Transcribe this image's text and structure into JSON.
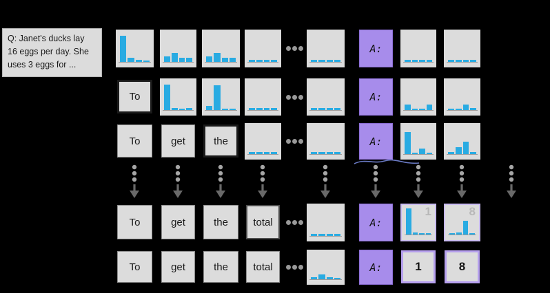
{
  "colors": {
    "background": "#000000",
    "box_fill": "#dcdcdc",
    "box_border": "#8c8c8c",
    "highlight_border": "#1a1a1a",
    "answer_fill": "#a78ceb",
    "answer_border": "#8d6fd6",
    "final_border": "#b6a0ee",
    "soft_purple_border": "#cabcf2",
    "bar": "#29abe2",
    "baseline": "#9c9c9c",
    "dots": "#999999",
    "vdots": "#a6a6a6",
    "arrow": "#696969",
    "ghost_label": "#b8b8b8",
    "squiggle": "#7d8fe6",
    "text": "#1a1a1a"
  },
  "question": {
    "lines": [
      "Q: Janet's ducks lay",
      "16 eggs per day. She",
      "uses 3 eggs for ..."
    ]
  },
  "answer_label": "A:",
  "chart_data": {
    "type": "bar",
    "note": "each histogram is a next-token probability distribution over 4 bins (relative heights 0-1)"
  },
  "rows": [
    {
      "name": "step-1",
      "cells": [
        {
          "col": "c0",
          "type": "hist",
          "bars": [
            0.9,
            0.14,
            0.06,
            0.05
          ]
        },
        {
          "col": "c1",
          "type": "hist",
          "bars": [
            0.18,
            0.3,
            0.15,
            0.15
          ]
        },
        {
          "col": "c2",
          "type": "hist",
          "bars": [
            0.18,
            0.32,
            0.14,
            0.14
          ]
        },
        {
          "col": "c3",
          "type": "hist",
          "bars": [
            0.07,
            0.07,
            0.07,
            0.07
          ]
        },
        {
          "col": "dots",
          "type": "hdots"
        },
        {
          "col": "c4",
          "type": "hist",
          "bars": [
            0.07,
            0.07,
            0.07,
            0.07
          ]
        },
        {
          "col": "A",
          "type": "answer"
        },
        {
          "col": "c5",
          "type": "hist",
          "bars": [
            0.07,
            0.07,
            0.07,
            0.07
          ]
        },
        {
          "col": "c6",
          "type": "hist",
          "bars": [
            0.07,
            0.07,
            0.07,
            0.07
          ]
        }
      ]
    },
    {
      "name": "step-2",
      "cells": [
        {
          "col": "c0",
          "type": "token",
          "text": "To",
          "highlight": true
        },
        {
          "col": "c1",
          "type": "hist",
          "bars": [
            0.9,
            0.08,
            0.04,
            0.08
          ]
        },
        {
          "col": "c2",
          "type": "hist",
          "bars": [
            0.14,
            0.88,
            0.05,
            0.05
          ]
        },
        {
          "col": "c3",
          "type": "hist",
          "bars": [
            0.07,
            0.07,
            0.07,
            0.07
          ]
        },
        {
          "col": "dots",
          "type": "hdots"
        },
        {
          "col": "c4",
          "type": "hist",
          "bars": [
            0.07,
            0.07,
            0.07,
            0.07
          ]
        },
        {
          "col": "A",
          "type": "answer"
        },
        {
          "col": "c5",
          "type": "hist",
          "bars": [
            0.2,
            0.05,
            0.06,
            0.2
          ]
        },
        {
          "col": "c6",
          "type": "hist",
          "bars": [
            0.06,
            0.06,
            0.2,
            0.08
          ]
        }
      ]
    },
    {
      "name": "step-3",
      "cells": [
        {
          "col": "c0",
          "type": "token",
          "text": "To"
        },
        {
          "col": "c1",
          "type": "token",
          "text": "get"
        },
        {
          "col": "c2",
          "type": "token",
          "text": "the",
          "highlight": true
        },
        {
          "col": "c3",
          "type": "hist",
          "bars": [
            0.07,
            0.07,
            0.07,
            0.07
          ]
        },
        {
          "col": "dots",
          "type": "hdots"
        },
        {
          "col": "c4",
          "type": "hist",
          "bars": [
            0.07,
            0.07,
            0.07,
            0.07
          ]
        },
        {
          "col": "A",
          "type": "answer",
          "squiggle": true
        },
        {
          "col": "c5",
          "type": "hist",
          "bars": [
            0.8,
            0.06,
            0.2,
            0.04
          ]
        },
        {
          "col": "c6",
          "type": "hist",
          "bars": [
            0.08,
            0.24,
            0.46,
            0.08
          ]
        }
      ]
    },
    {
      "name": "step-k",
      "cells": [
        {
          "col": "c0",
          "type": "token",
          "text": "To"
        },
        {
          "col": "c1",
          "type": "token",
          "text": "get"
        },
        {
          "col": "c2",
          "type": "token",
          "text": "the"
        },
        {
          "col": "c3",
          "type": "token",
          "text": "total",
          "highlight": "medium"
        },
        {
          "col": "dots",
          "type": "hdots"
        },
        {
          "col": "c4",
          "type": "hist",
          "bars": [
            0.07,
            0.07,
            0.07,
            0.07
          ]
        },
        {
          "col": "A",
          "type": "answer"
        },
        {
          "col": "c5",
          "type": "hist",
          "bars": [
            0.9,
            0.06,
            0.05,
            0.05
          ],
          "label": "1",
          "soft_border": true
        },
        {
          "col": "c6",
          "type": "hist",
          "bars": [
            0.05,
            0.06,
            0.48,
            0.05
          ],
          "label": "8",
          "soft_border": true
        }
      ]
    },
    {
      "name": "final",
      "cells": [
        {
          "col": "c0",
          "type": "token",
          "text": "To"
        },
        {
          "col": "c1",
          "type": "token",
          "text": "get"
        },
        {
          "col": "c2",
          "type": "token",
          "text": "the"
        },
        {
          "col": "c3",
          "type": "token",
          "text": "total"
        },
        {
          "col": "dots",
          "type": "hdots"
        },
        {
          "col": "c4",
          "type": "hist",
          "bars": [
            0.07,
            0.18,
            0.07,
            0.06
          ]
        },
        {
          "col": "A",
          "type": "answer"
        },
        {
          "col": "c5",
          "type": "final",
          "text": "1"
        },
        {
          "col": "c6",
          "type": "final",
          "text": "8"
        }
      ]
    }
  ]
}
